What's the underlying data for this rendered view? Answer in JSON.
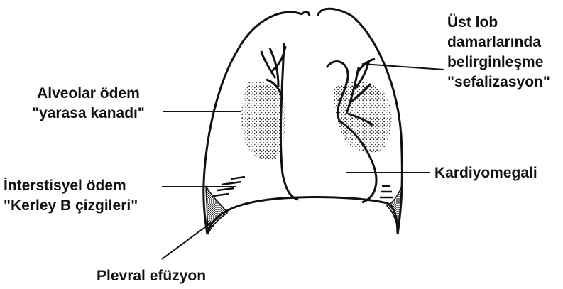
{
  "labels": {
    "upper_lobe": {
      "line1": "Üst lob",
      "line2": "damarlarında",
      "line3": "belirginleşme",
      "line4": "\"sefalizasyon\""
    },
    "alveolar": {
      "line1": "Alveolar ödem",
      "line2": "\"yarasa kanadı\""
    },
    "interstitial": {
      "line1": "İnterstisyel ödem",
      "line2": "\"Kerley B çizgileri\""
    },
    "cardiomegaly": "Kardiyomegali",
    "effusion": "Plevral efüzyon"
  },
  "colors": {
    "ink": "#111111",
    "background": "#ffffff"
  }
}
